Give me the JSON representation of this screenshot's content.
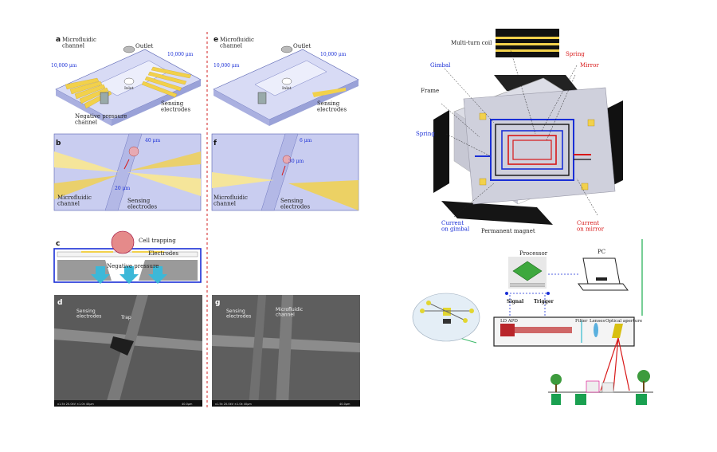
{
  "left_figure": {
    "panel_a": {
      "letter": "a",
      "microfluidic_channel": "Microfluidic\nchannel",
      "outlet": "Outlet",
      "inlet": "Inlet",
      "dim_top": "10,000 μm",
      "dim_left": "10,000 μm",
      "sensing_electrodes": "Sensing\nelectrodes",
      "negative_pressure_channel": "Negative pressure\nchannel"
    },
    "panel_b": {
      "letter": "b",
      "dim_1": "40 μm",
      "dim_2": "20 μm",
      "microfluidic_channel": "Microfluidic\nchannel",
      "sensing_electrodes": "Sensing\nelectrodes"
    },
    "panel_c": {
      "letter": "c",
      "cell_trapping": "Cell trapping",
      "electrodes": "Electrodes",
      "negative_pressure": "Negative pressure"
    },
    "panel_d": {
      "letter": "d",
      "sensing_electrodes": "Sensing\nelectrodes",
      "trap": "Trap",
      "footer_left": "x1.5k  20.0kV  ×1.0k  40μm",
      "footer_right": "40.0μm"
    },
    "panel_e": {
      "letter": "e",
      "microfluidic_channel": "Microfluidic\nchannel",
      "outlet": "Outlet",
      "inlet": "Inlet",
      "dim_top": "10,000 μm",
      "dim_left": "10,000 μm",
      "sensing_electrodes": "Sensing\nelectrodes"
    },
    "panel_f": {
      "letter": "f",
      "dim_1": "6 μm",
      "dim_2": "30 μm",
      "microfluidic_channel": "Microfluidic\nchannel",
      "sensing_electrodes": "Sensing\nelectrodes"
    },
    "panel_g": {
      "letter": "g",
      "sensing_electrodes": "Sensing\nelectrodes",
      "microfluidic_channel": "Microfluidic\nchannel",
      "footer_left": "x1.5k  20.0kV  ×1.0k  40μm",
      "footer_right": "40.0μm"
    }
  },
  "mems_figure": {
    "multi_turn_coil": "Multi-turn coil",
    "gimbal": "Gimbal",
    "spring_right": "Spring",
    "mirror": "Mirror",
    "frame": "Frame",
    "spring_left": "Spring",
    "current_on_gimbal": "Current\non gimbal",
    "permanent_magnet": "Permanent magnet",
    "current_on_mirror": "Current\non mirror"
  },
  "lidar_figure": {
    "processor": "Processor",
    "pc": "PC",
    "signal": "Signal",
    "trigger": "Trigger",
    "ld_apd": "LD APD",
    "filter": "Filter",
    "lenses": "Lenses",
    "optical_aperture": "Optical aperture"
  },
  "colors": {
    "panel_bg": "#c9cdf0",
    "electrode": "#f2d14b",
    "blue_label": "#1a2fd6",
    "red_label": "#d81818",
    "divider": "#d02020",
    "connector": "#3dba6a"
  }
}
